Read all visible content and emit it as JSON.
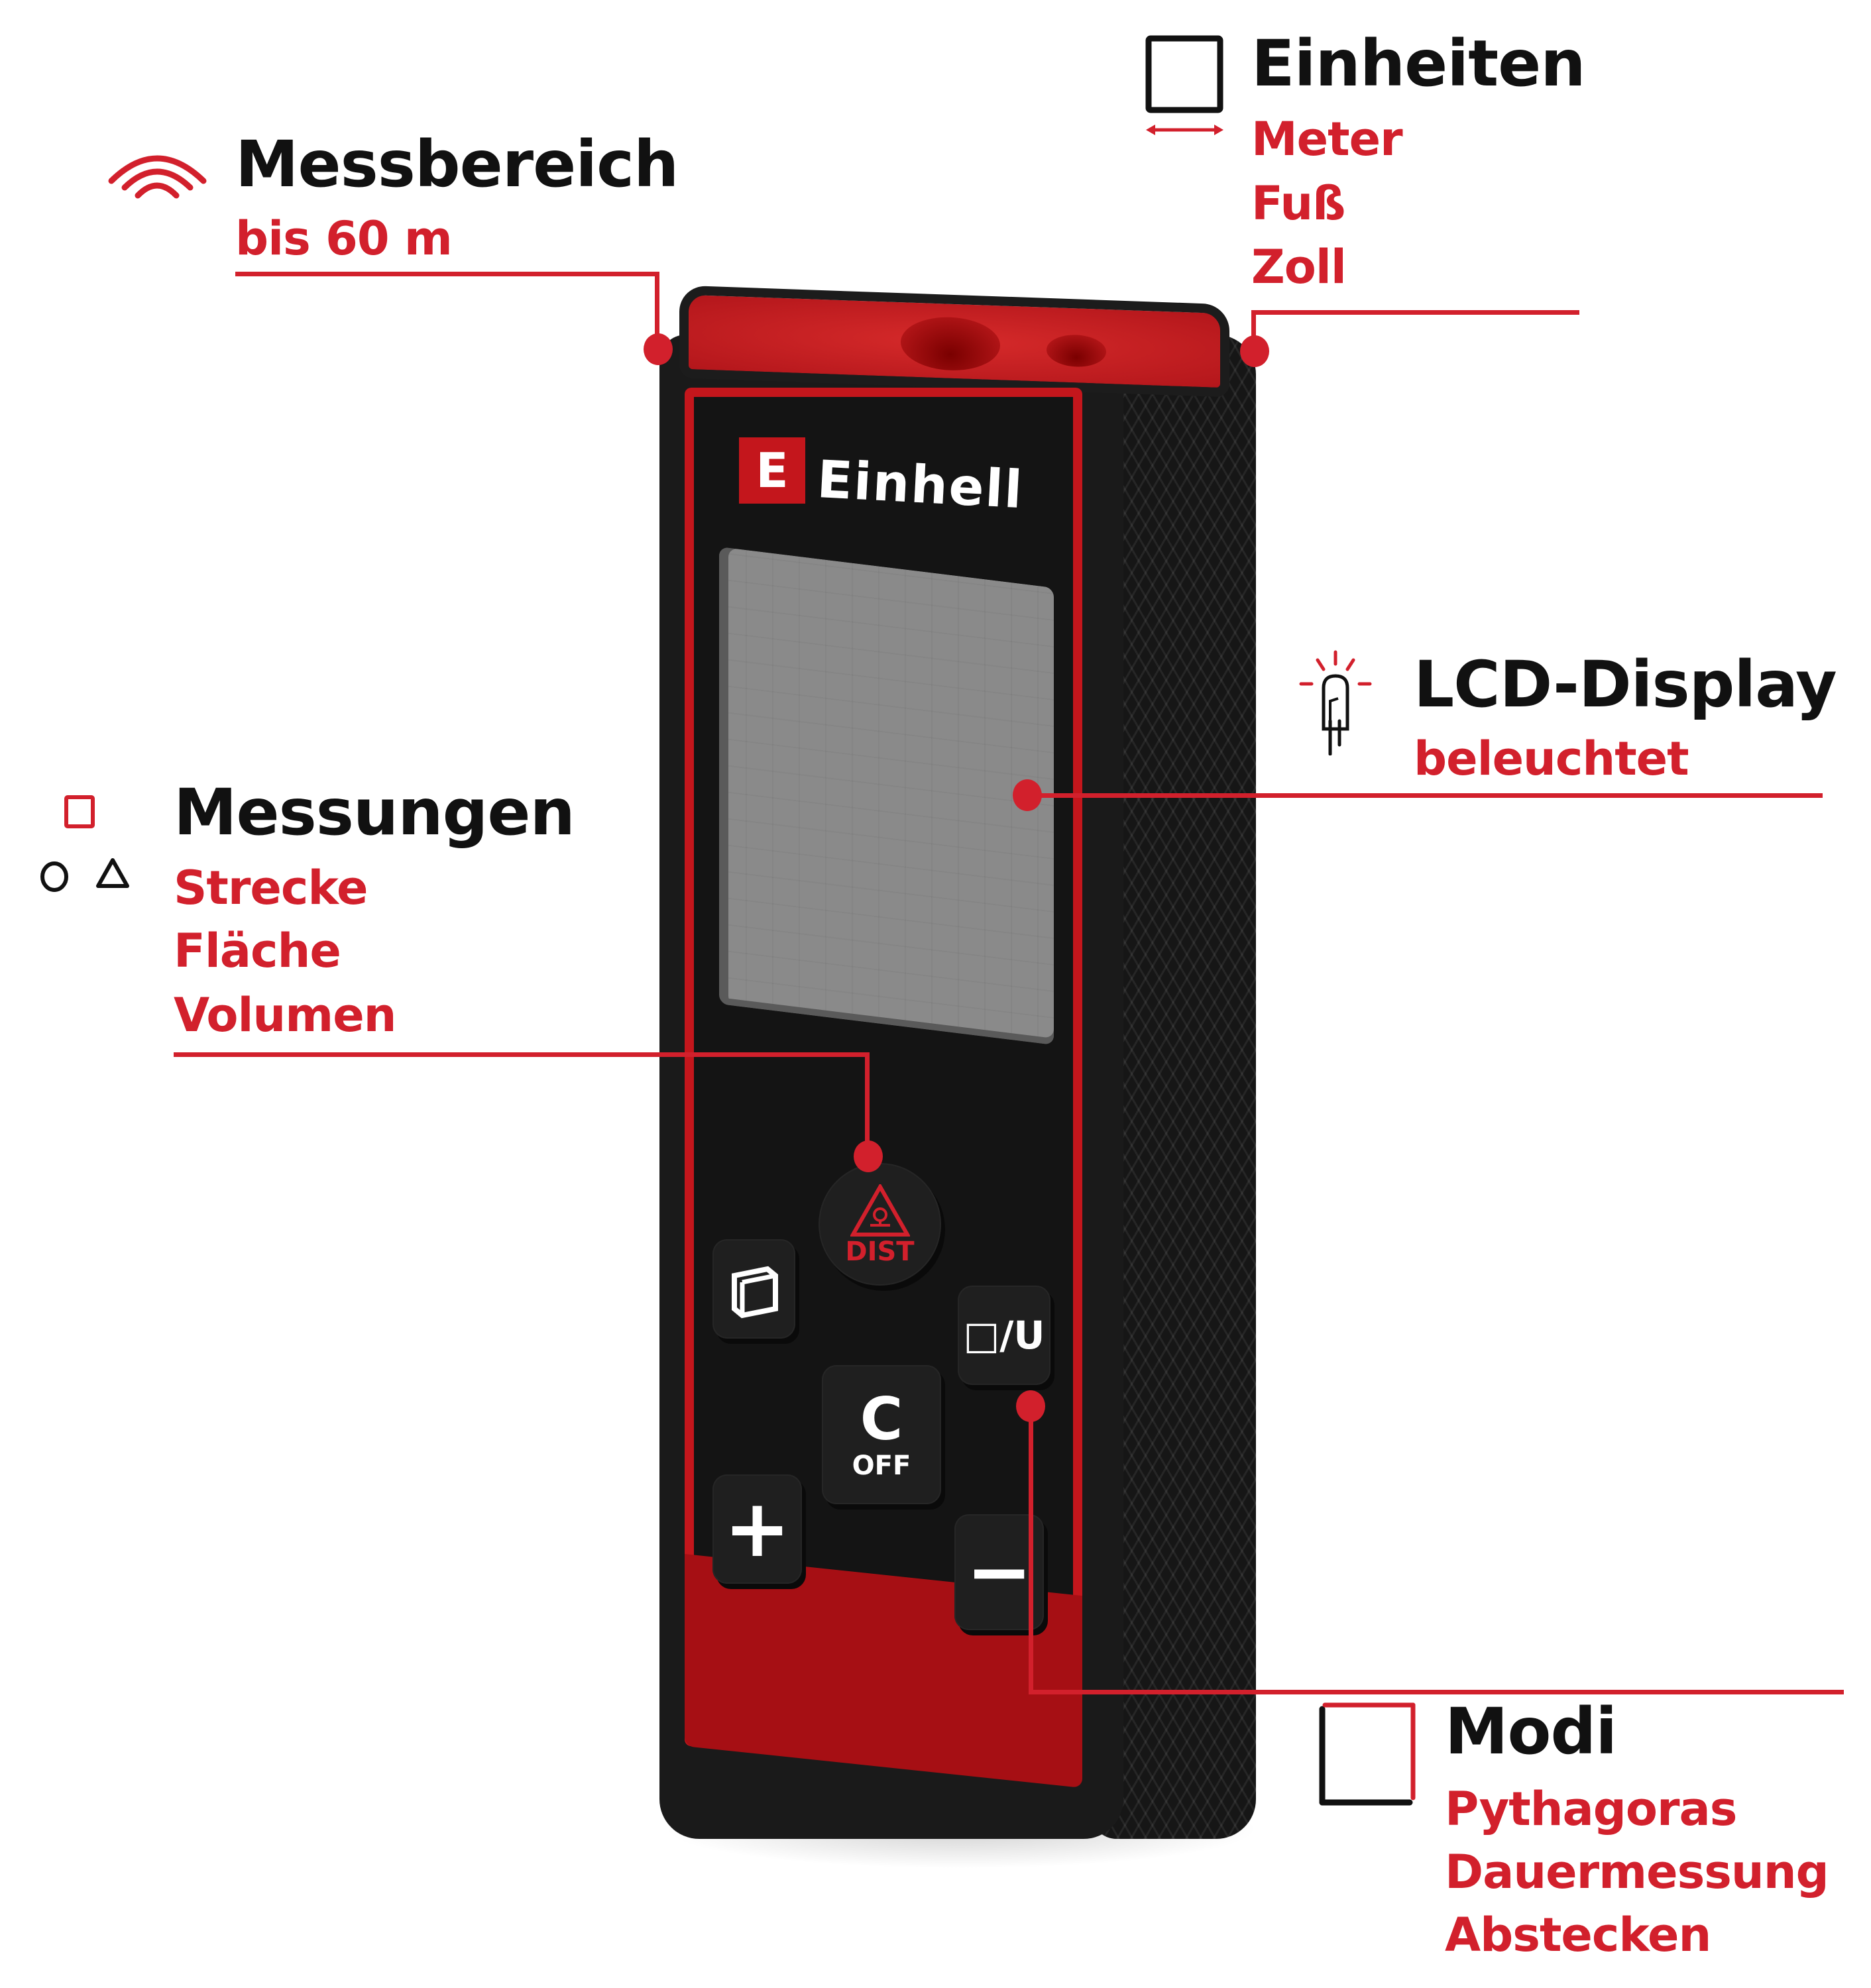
{
  "features": {
    "range": {
      "icon": "signal-waves-icon",
      "title": "Messbereich",
      "values": [
        "bis 60 m"
      ]
    },
    "units": {
      "icon": "width-measure-icon",
      "title": "Einheiten",
      "values": [
        "Meter",
        "Fuß",
        "Zoll"
      ]
    },
    "display": {
      "icon": "led-light-icon",
      "title": "LCD-Display",
      "values": [
        "beleuchtet"
      ]
    },
    "measurements": {
      "icon": "shapes-icon",
      "title": "Messungen",
      "values": [
        "Strecke",
        "Fläche",
        "Volumen"
      ]
    },
    "modes": {
      "icon": "corner-square-icon",
      "title": "Modi",
      "values": [
        "Pythagoras",
        "Dauermessung",
        "Abstecken"
      ]
    }
  },
  "device": {
    "brand": "Einhell",
    "brand_mark": "E",
    "buttons": {
      "dist": "DIST",
      "volume": "volume-cube",
      "mode": "□/U",
      "clear_main": "C",
      "clear_sub": "OFF",
      "plus": "+",
      "minus": "−"
    }
  },
  "colors": {
    "accent_red": "#d2202c",
    "device_red": "#c4161c",
    "title_black": "#111111",
    "device_black": "#1a1a1a"
  }
}
